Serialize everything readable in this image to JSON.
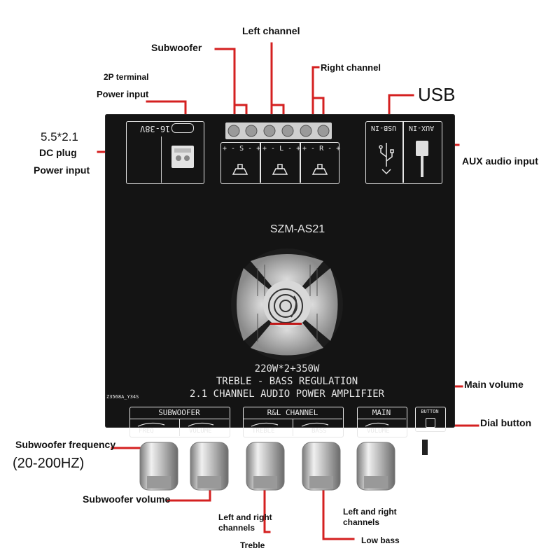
{
  "labels": {
    "left_channel": "Left channel",
    "subwoofer": "Subwoofer",
    "right_channel": "Right channel",
    "terminal_2p": "2P terminal",
    "power_input_top": "Power input",
    "usb": "USB",
    "dc_size": "5.5*2.1",
    "dc_plug": "DC plug",
    "dc_power_input": "Power input",
    "aux_audio_input": "AUX audio input",
    "main_volume": "Main volume",
    "dial_button": "Dial button",
    "sub_freq": "Subwoofer frequency",
    "sub_freq_range": "(20-200HZ)",
    "sub_volume": "Subwoofer volume",
    "lr_treble_1": "Left and right",
    "lr_treble_2": "channels",
    "treble": "Treble",
    "lr_bass_1": "Left and right",
    "lr_bass_2": "channels",
    "low_bass": "Low bass"
  },
  "board": {
    "voltage": "16-38V",
    "usb_in": "USB-IN",
    "aux_in": "AUX-IN",
    "model": "SZM-AS21",
    "power_spec": "220W*2+350W",
    "regulation": "TREBLE - BASS REGULATION",
    "amplifier": "2.1 CHANNEL AUDIO POWER AMPLIFIER",
    "pcb_code": "Z3568A_Y34S",
    "spk_s": "+ - S - +",
    "spk_l": "+ - L - +",
    "spk_r": "+ - R - +",
    "sub_group": "SUBWOOFER",
    "rl_group": "R&L CHANNEL",
    "main_group": "MAIN",
    "freq": "FREQ",
    "volume1": "VOLUME",
    "treble": "TREBLE",
    "bass": "BASS",
    "volume2": "VOLUME",
    "button": "BUTTON"
  },
  "colors": {
    "accent_red": "#d42020",
    "board": "#141414",
    "silk": "#e8e8e8"
  }
}
